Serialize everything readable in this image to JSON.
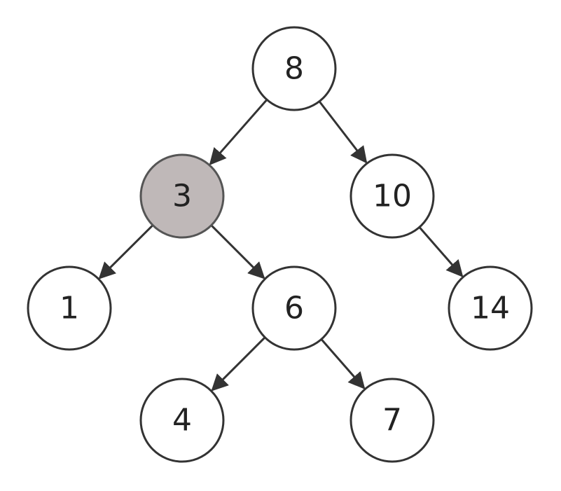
{
  "tree": {
    "nodes": [
      {
        "id": "n8",
        "label": "8",
        "highlighted": false
      },
      {
        "id": "n3",
        "label": "3",
        "highlighted": true
      },
      {
        "id": "n10",
        "label": "10",
        "highlighted": false
      },
      {
        "id": "n1",
        "label": "1",
        "highlighted": false
      },
      {
        "id": "n6",
        "label": "6",
        "highlighted": false
      },
      {
        "id": "n14",
        "label": "14",
        "highlighted": false
      },
      {
        "id": "n4",
        "label": "4",
        "highlighted": false
      },
      {
        "id": "n7",
        "label": "7",
        "highlighted": false
      }
    ],
    "edges": [
      {
        "from": "n8",
        "to": "n3"
      },
      {
        "from": "n8",
        "to": "n10"
      },
      {
        "from": "n3",
        "to": "n1"
      },
      {
        "from": "n3",
        "to": "n6"
      },
      {
        "from": "n10",
        "to": "n14"
      },
      {
        "from": "n6",
        "to": "n4"
      },
      {
        "from": "n6",
        "to": "n7"
      }
    ],
    "colors": {
      "node_fill": "#ffffff",
      "highlight_fill": "#bfb8b8",
      "stroke": "#333333"
    }
  }
}
